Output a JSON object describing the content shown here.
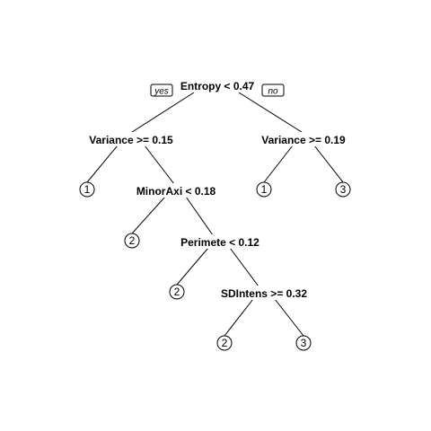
{
  "tree": {
    "branch_labels": {
      "yes": "yes",
      "no": "no"
    },
    "splits": {
      "root": "Entropy < 0.47",
      "left": "Variance >= 0.15",
      "right": "Variance >= 0.19",
      "left_right": "MinorAxi < 0.18",
      "left_right_right": "Perimete < 0.12",
      "left_right_right_right": "SDIntens >= 0.32"
    },
    "leaves": {
      "left_left": "1",
      "left_right_left": "2",
      "left_right_right_left": "2",
      "left_right_right_right_left": "2",
      "left_right_right_right_right": "3",
      "right_left": "1",
      "right_right": "3"
    }
  }
}
